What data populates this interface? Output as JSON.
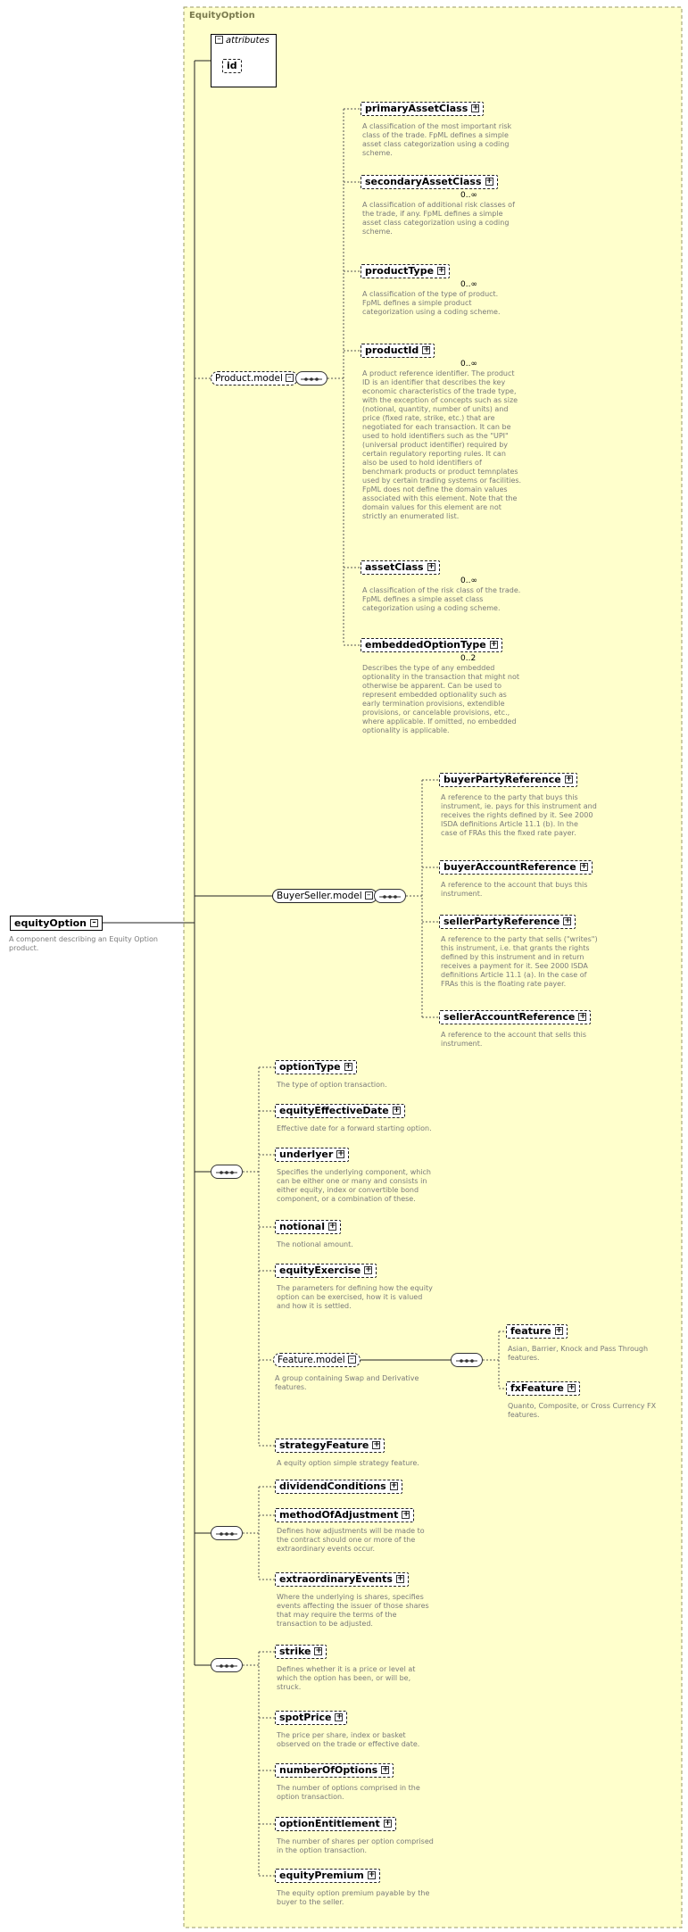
{
  "title": "EquityOption",
  "root": {
    "label": "equityOption",
    "doc": [
      "A component describing an Equity Option",
      "product."
    ]
  },
  "attributes": {
    "label": "attributes",
    "items": [
      "id"
    ]
  },
  "groups": {
    "product_model": "Product.model",
    "buyer_seller_model": "BuyerSeller.model",
    "feature_model": "Feature.model",
    "feature_model_doc": [
      "A group containing Swap and Derivative",
      "features."
    ]
  },
  "elements": [
    {
      "label": "primaryAssetClass",
      "doc": [
        "A classification of the most important risk",
        "class of the trade. FpML defines a simple",
        "asset class categorization using a coding",
        "scheme."
      ]
    },
    {
      "label": "secondaryAssetClass",
      "occ": "0..∞",
      "doc": [
        "A classification of additional risk classes of",
        "the trade, if any. FpML defines a simple",
        "asset class categorization using a coding",
        "scheme."
      ]
    },
    {
      "label": "productType",
      "occ": "0..∞",
      "doc": [
        "A classification of the type of product.",
        "FpML defines a simple product",
        "categorization using a coding scheme."
      ]
    },
    {
      "label": "productId",
      "occ": "0..∞",
      "doc": [
        "A product reference identifier. The product",
        "ID is an identifier that describes the key",
        "economic characteristics of the trade type,",
        "with the exception of concepts such as size",
        "(notional, quantity, number of units) and",
        "price (fixed rate, strike, etc.) that are",
        "negotiated for each transaction. It can be",
        "used to hold identifiers such as the \"UPI\"",
        "(universal product identifier) required by",
        "certain regulatory reporting rules. It can",
        "also be used to hold identifiers of",
        "benchmark products or product temnplates",
        "used by certain trading systems or facilities.",
        "FpML does not define the domain values",
        "associated with this element. Note that the",
        "domain values for this element are not",
        "strictly an enumerated list."
      ]
    },
    {
      "label": "assetClass",
      "occ": "0..∞",
      "doc": [
        "A classification of the risk class of the trade.",
        "FpML defines a simple asset class",
        "categorization using a coding scheme."
      ]
    },
    {
      "label": "embeddedOptionType",
      "occ": "0..2",
      "doc": [
        "Describes the type of any embedded",
        "optionality in the transaction that might not",
        "otherwise be apparent. Can be used to",
        "represent embedded optionality such as",
        "early termination provisions, extendible",
        "provisions, or cancelable provisions, etc.,",
        "where applicable. If omitted, no embedded",
        "optionality is applicable."
      ]
    },
    {
      "label": "buyerPartyReference",
      "doc": [
        "A reference to the party that buys this",
        "instrument, ie. pays for this instrument and",
        "receives the rights defined by it. See 2000",
        "ISDA definitions Article 11.1 (b). In the",
        "case of FRAs this the fixed rate payer."
      ]
    },
    {
      "label": "buyerAccountReference",
      "doc": [
        "A reference to the account that buys this",
        "instrument."
      ]
    },
    {
      "label": "sellerPartyReference",
      "doc": [
        "A reference to the party that sells (\"writes\")",
        "this instrument, i.e. that grants the rights",
        "defined by this instrument and in return",
        "receives a payment for it. See 2000 ISDA",
        "definitions Article 11.1 (a). In the case of",
        "FRAs this is the floating rate payer."
      ]
    },
    {
      "label": "sellerAccountReference",
      "doc": [
        "A reference to the account that sells this",
        "instrument."
      ]
    },
    {
      "label": "optionType",
      "doc": [
        "The type of option transaction."
      ]
    },
    {
      "label": "equityEffectiveDate",
      "doc": [
        "Effective date for a forward starting option."
      ]
    },
    {
      "label": "underlyer",
      "doc": [
        "Specifies the underlying component, which",
        "can be either one or many and consists in",
        "either equity, index or convertible bond",
        "component, or a combination of these."
      ]
    },
    {
      "label": "notional",
      "doc": [
        "The notional amount."
      ]
    },
    {
      "label": "equityExercise",
      "doc": [
        "The parameters for defining how the equity",
        "option can be exercised, how it is valued",
        "and how it is settled."
      ]
    },
    {
      "label": "feature",
      "doc": [
        "Asian, Barrier, Knock and Pass Through",
        "features."
      ]
    },
    {
      "label": "fxFeature",
      "doc": [
        "Quanto, Composite, or Cross Currency FX",
        "features."
      ]
    },
    {
      "label": "strategyFeature",
      "doc": [
        "A equity option simple strategy feature."
      ]
    },
    {
      "label": "dividendConditions",
      "doc": []
    },
    {
      "label": "methodOfAdjustment",
      "doc": [
        "Defines how adjustments will be made to",
        "the contract should one or more of the",
        "extraordinary events occur."
      ]
    },
    {
      "label": "extraordinaryEvents",
      "doc": [
        "Where the underlying is shares, specifies",
        "events affecting the issuer of those shares",
        "that may require the terms of the",
        "transaction to be adjusted."
      ]
    },
    {
      "label": "strike",
      "doc": [
        "Defines whether it is a price or level at",
        "which the option has been, or will be,",
        "struck."
      ]
    },
    {
      "label": "spotPrice",
      "doc": [
        "The price per share, index or basket",
        "observed on the trade or effective date."
      ]
    },
    {
      "label": "numberOfOptions",
      "doc": [
        "The number of options comprised in the",
        "option transaction."
      ]
    },
    {
      "label": "optionEntitlement",
      "doc": [
        "The number of shares per option comprised",
        "in the option transaction."
      ]
    },
    {
      "label": "equityPremium",
      "doc": [
        "The equity option premium payable by the",
        "buyer to the seller."
      ]
    }
  ]
}
